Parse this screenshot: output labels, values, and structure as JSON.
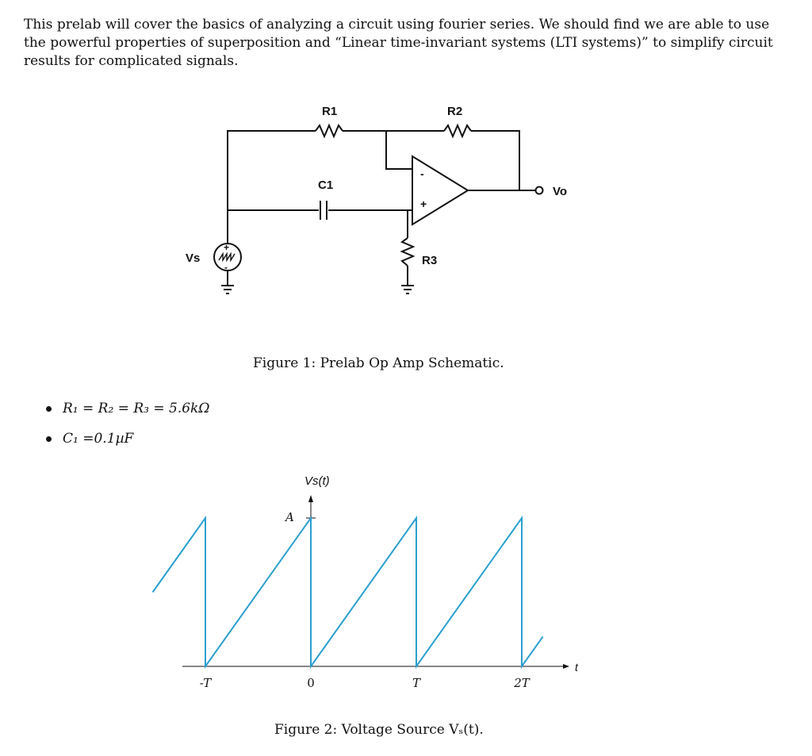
{
  "intro_text": "This prelab will cover the basics of analyzing a circuit using fourier series. We should find we are able to use the powerful properties of superposition and “Linear time-invariant systems (LTI systems)” to simplify circuit results for complicated signals.",
  "figure1": {
    "caption": "Figure 1:  Prelab Op Amp Schematic.",
    "labels": {
      "r1": "R1",
      "r2": "R2",
      "r3": "R3",
      "c1": "C1",
      "vs": "Vs",
      "vo": "Vo",
      "plus": "+",
      "minus": "-"
    }
  },
  "bullets": [
    "R₁ = R₂ = R₃ = 5.6kΩ",
    "C₁ =0.1µF"
  ],
  "figure2": {
    "caption": "Figure 2:  Voltage Source Vₛ(t).",
    "y_label": "Vs(t)",
    "amplitude_label": "A",
    "t_label": "t",
    "ticks": [
      "-T",
      "0",
      "T",
      "2T"
    ]
  },
  "chart_data": {
    "type": "line",
    "title": "",
    "xlabel": "t",
    "ylabel": "Vs(t)",
    "x_ticks": [
      "-T",
      "0",
      "T",
      "2T"
    ],
    "series": [
      {
        "values_description_x": [
          "-1.5T",
          "-T",
          "-T",
          "0",
          "0",
          "T",
          "T",
          "2T",
          "2T",
          "2.2T"
        ],
        "x": [
          -1.5,
          -1,
          -1,
          0,
          0,
          1,
          1,
          2,
          2,
          2.2
        ],
        "y": [
          0.5,
          1,
          0,
          1,
          0,
          1,
          0,
          1,
          0,
          0.2
        ]
      }
    ],
    "ylim": [
      0,
      1
    ],
    "color": "#2a9fd0"
  }
}
